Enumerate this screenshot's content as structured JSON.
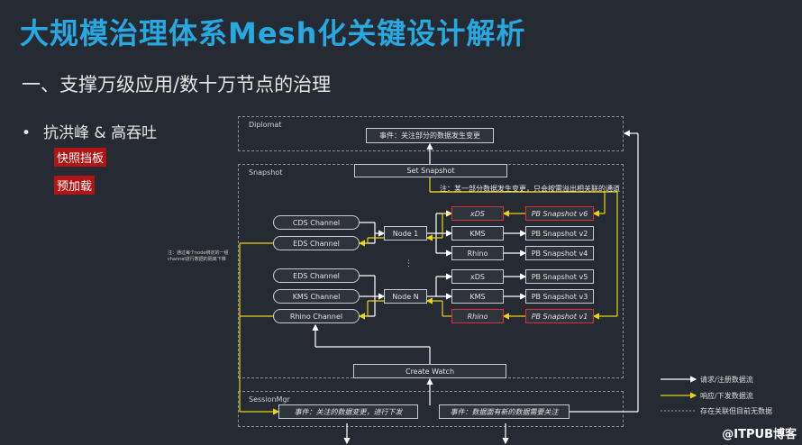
{
  "title": "大规模治理体系Mesh化关键设计解析",
  "subtitle": "一、支撑万级应用/数十万节点的治理",
  "bullet": {
    "dot": "•",
    "text": "抗洪峰 & 高吞吐",
    "tags": [
      "快照挡板",
      "预加载"
    ]
  },
  "diagram": {
    "diplomat": {
      "label": "Diplomat",
      "event": "事件：关注部分的数据发生变更"
    },
    "snapshot": {
      "label": "Snapshot",
      "set_snapshot": "Set Snapshot",
      "note": "注：某一部分数据发生变更，只会按需溢出相关联的通道",
      "ellipsis": "⋮",
      "create_watch": "Create Watch"
    },
    "channels_group1": [
      "CDS Channel",
      "EDS Channel"
    ],
    "channels_group2": [
      "EDS Channel",
      "KMS Channel",
      "Rhino Channel"
    ],
    "node1": "Node 1",
    "nodeN": "Node N",
    "resources1": [
      "xDS",
      "KMS",
      "Rhino"
    ],
    "resources2": [
      "xDS",
      "KMS",
      "Rhino"
    ],
    "snapshots1": [
      "PB Snapshot v6",
      "PB Snapshot v2",
      "PB Snapshot v4"
    ],
    "snapshots2": [
      "PB Snapshot v5",
      "PB Snapshot v3",
      "PB Snapshot v1"
    ],
    "side_note": "注：通过每个node绑定的一组channel进行数据的隔离下推",
    "session_mgr": {
      "label": "SessionMgr",
      "event1": "事件：关注的数据变更，进行下发",
      "event2": "事件：数据面有新的数据需要关注"
    },
    "legend": [
      {
        "text": "请求/注册数据流",
        "color": "#ffffff",
        "style": "solid"
      },
      {
        "text": "响应/下发数据流",
        "color": "#e8d319",
        "style": "solid"
      },
      {
        "text": "存在关联但目前无数据",
        "color": "#9aa0a6",
        "style": "dashed"
      }
    ],
    "colors": {
      "request": "#ffffff",
      "response": "#e8d319",
      "highlight": "#d43434"
    }
  },
  "watermark": "@ITPUB博客"
}
